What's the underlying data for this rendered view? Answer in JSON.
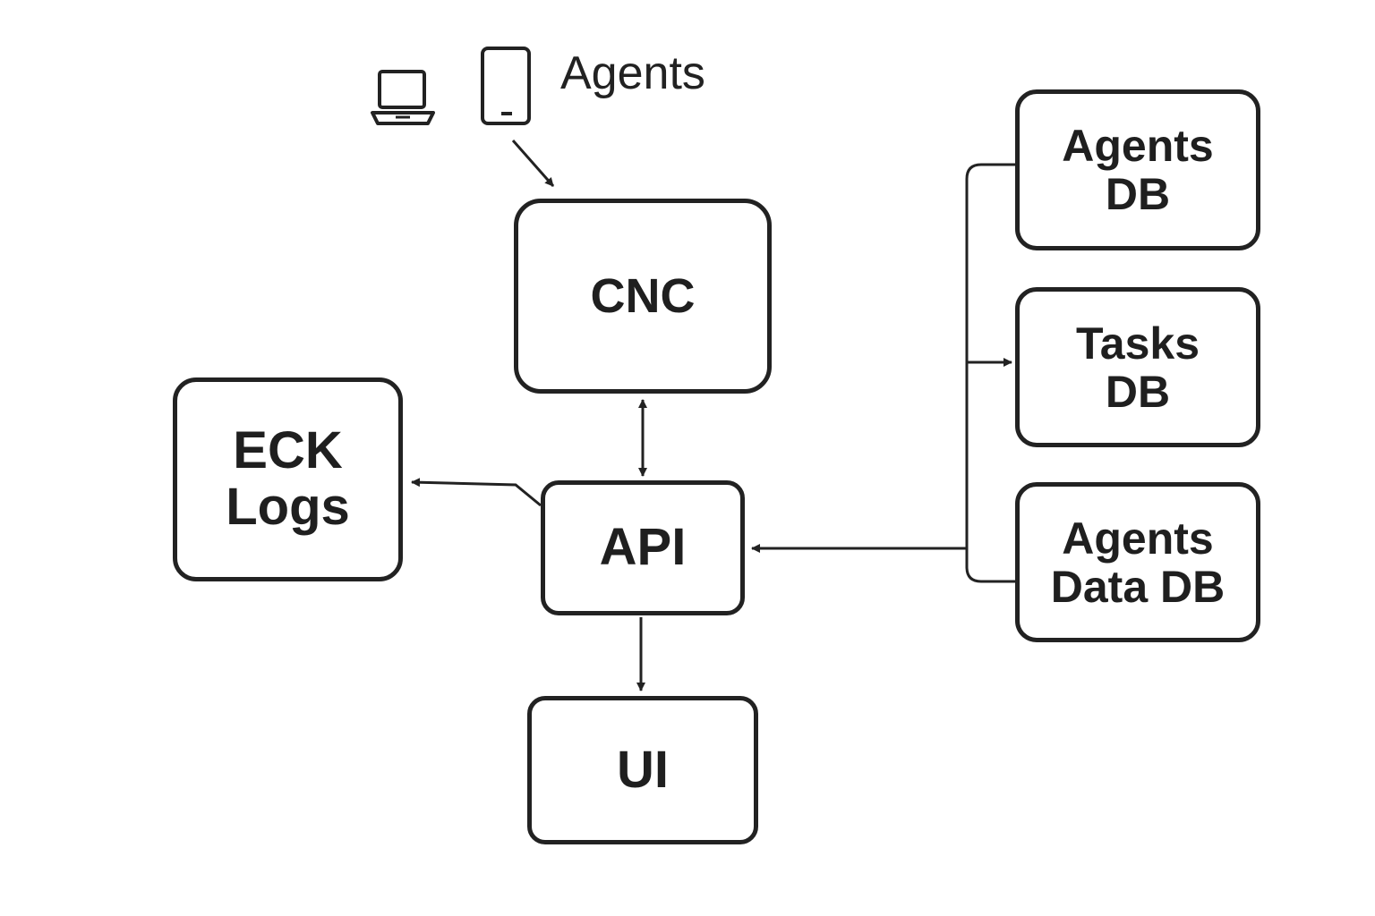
{
  "agents": {
    "label": "Agents",
    "icons": [
      "laptop-icon",
      "phone-icon"
    ]
  },
  "nodes": {
    "cnc": "CNC",
    "api": "API",
    "ui": "UI",
    "eck": {
      "line1": "ECK",
      "line2": "Logs"
    },
    "agents_db": {
      "line1": "Agents",
      "line2": "DB"
    },
    "tasks_db": {
      "line1": "Tasks",
      "line2": "DB"
    },
    "agents_data_db": {
      "line1": "Agents",
      "line2": "Data DB"
    }
  },
  "colors": {
    "stroke": "#222222",
    "background": "#ffffff"
  }
}
